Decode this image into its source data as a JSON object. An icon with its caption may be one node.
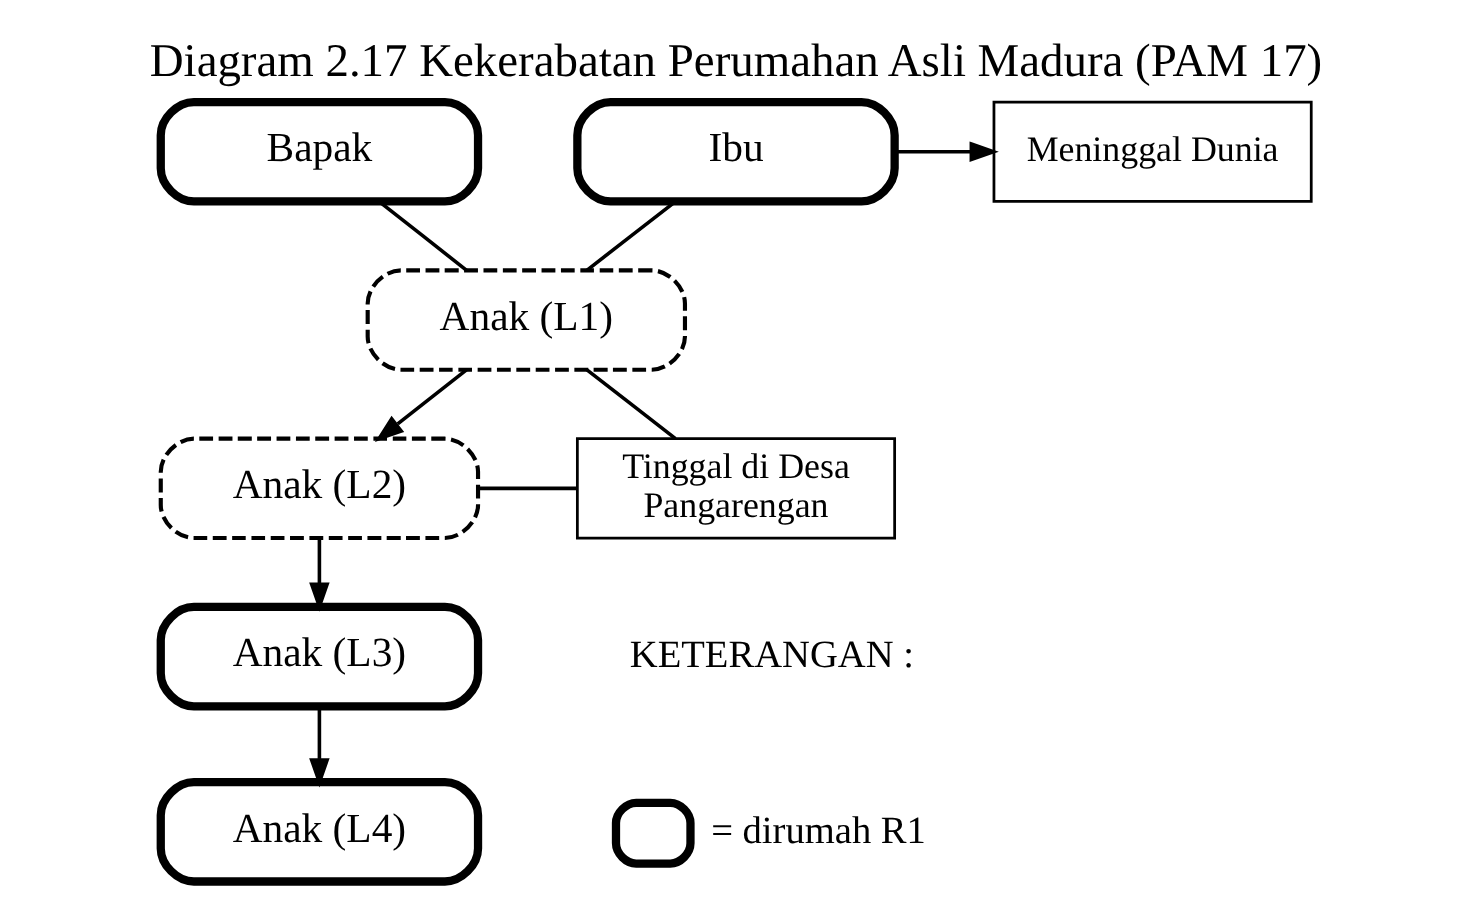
{
  "diagram": {
    "title": "Diagram 2.17 Kekerabatan Perumahan Asli Madura (PAM 17)",
    "nodes": [
      {
        "text": [
          "Bapak"
        ]
      },
      {
        "text": [
          "Ibu"
        ]
      },
      {
        "text": [
          "Meninggal Dunia"
        ]
      },
      {
        "text": [
          "Anak (L1)"
        ]
      },
      {
        "text": [
          "Anak (L2)"
        ]
      },
      {
        "text": [
          "Tinggal di Desa Pangarengan"
        ]
      },
      {
        "text": [
          "Anak (L3)"
        ]
      },
      {
        "text": [
          "Anak (L4)"
        ]
      }
    ],
    "edges": [
      {
        "from": 0,
        "to": 3,
        "arrow": "none"
      },
      {
        "from": 1,
        "to": 3,
        "arrow": "none"
      },
      {
        "from": 1,
        "to": 2,
        "arrow": "to"
      },
      {
        "from": 3,
        "to": 4,
        "arrow": "to"
      },
      {
        "from": 3,
        "to": 5,
        "arrow": "none"
      },
      {
        "from": 4,
        "to": 5,
        "arrow": "none"
      },
      {
        "from": 4,
        "to": 6,
        "arrow": "to"
      },
      {
        "from": 6,
        "to": 7,
        "arrow": "to"
      }
    ],
    "labels": [
      "KETERANGAN :"
    ],
    "legend": [
      {
        "text": "= dirumah R1"
      }
    ]
  }
}
